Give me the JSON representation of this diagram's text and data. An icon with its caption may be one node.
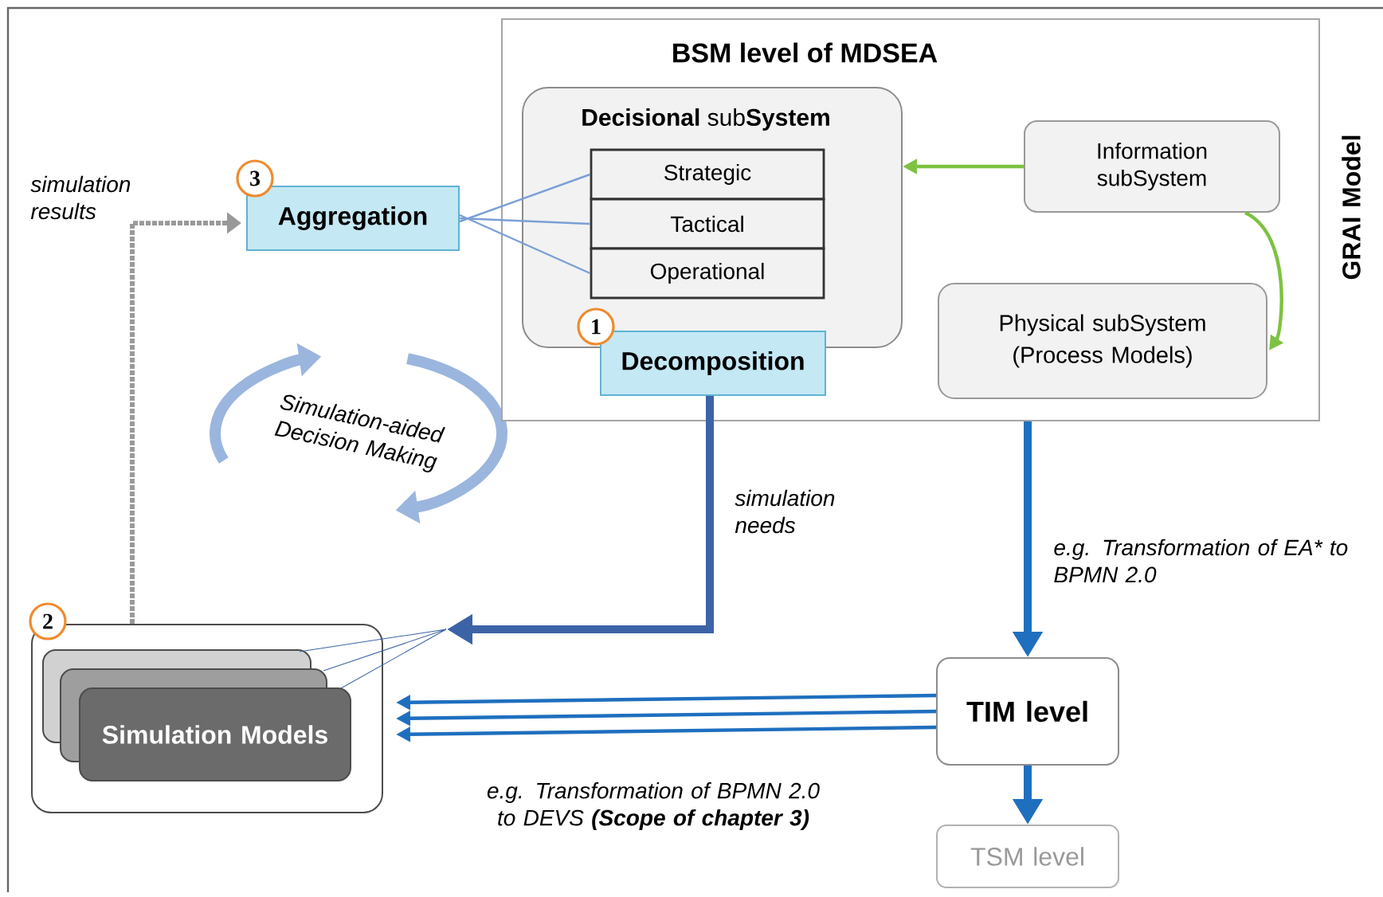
{
  "diagram": {
    "nodes": [
      {
        "text": [
          "BSM level of MDSEA"
        ]
      },
      {
        "text": [
          "**Decisional** sub**System**"
        ],
        "in": 0
      },
      {
        "text": [
          "Strategic"
        ],
        "in": 1
      },
      {
        "text": [
          "Tactical"
        ],
        "in": 1
      },
      {
        "text": [
          "Operational"
        ],
        "in": 1
      },
      {
        "text": [
          "Decomposition"
        ],
        "beside": [
          "1"
        ],
        "in": 0
      },
      {
        "text": [
          "Information subSystem"
        ],
        "in": 0
      },
      {
        "text": [
          "Physical subSystem (Process Models)"
        ],
        "in": 0
      },
      {
        "text": [
          "Aggregation"
        ],
        "beside": [
          "3"
        ]
      },
      {
        "text": [
          "Simulation Models"
        ],
        "beside": [
          "2"
        ]
      },
      {
        "text": [
          "TIM level"
        ]
      },
      {
        "text": [
          "TSM level"
        ]
      }
    ],
    "edges": [
      {
        "from": 8,
        "to": 2,
        "arrow": "none",
        "color": "#7b9fd6"
      },
      {
        "from": 8,
        "to": 3,
        "arrow": "none",
        "color": "#7b9fd6"
      },
      {
        "from": 8,
        "to": 4,
        "arrow": "none",
        "color": "#7b9fd6"
      },
      {
        "from": 6,
        "to": 1,
        "arrow": "to",
        "color": "#7dc242"
      },
      {
        "from": 6,
        "to": 7,
        "arrow": "to",
        "color": "#7dc242"
      },
      {
        "from": 5,
        "to": 9,
        "arrow": "to",
        "style": "thick",
        "color": "#3c63a6",
        "label": "simulation needs"
      },
      {
        "from": 0,
        "to": 10,
        "arrow": "to",
        "style": "thick",
        "label": "e.g. Transformation of EA* to BPMN 2.0"
      },
      {
        "from": 10,
        "to": 11,
        "arrow": "to",
        "style": "thick"
      },
      {
        "from": 10,
        "to": 9,
        "arrow": "to"
      },
      {
        "from": 10,
        "to": 9,
        "arrow": "to",
        "label": "e.g. Transformation of BPMN 2.0 to DEVS **(Scope of chapter 3)**"
      },
      {
        "from": 10,
        "to": 9,
        "arrow": "to"
      },
      {
        "from": 9,
        "to": 8,
        "arrow": "to",
        "style": "dashed",
        "color": "#999999",
        "label": "simulation results"
      }
    ],
    "labels": [
      "GRAI Model",
      "Simulation-aided Decision Making"
    ]
  }
}
